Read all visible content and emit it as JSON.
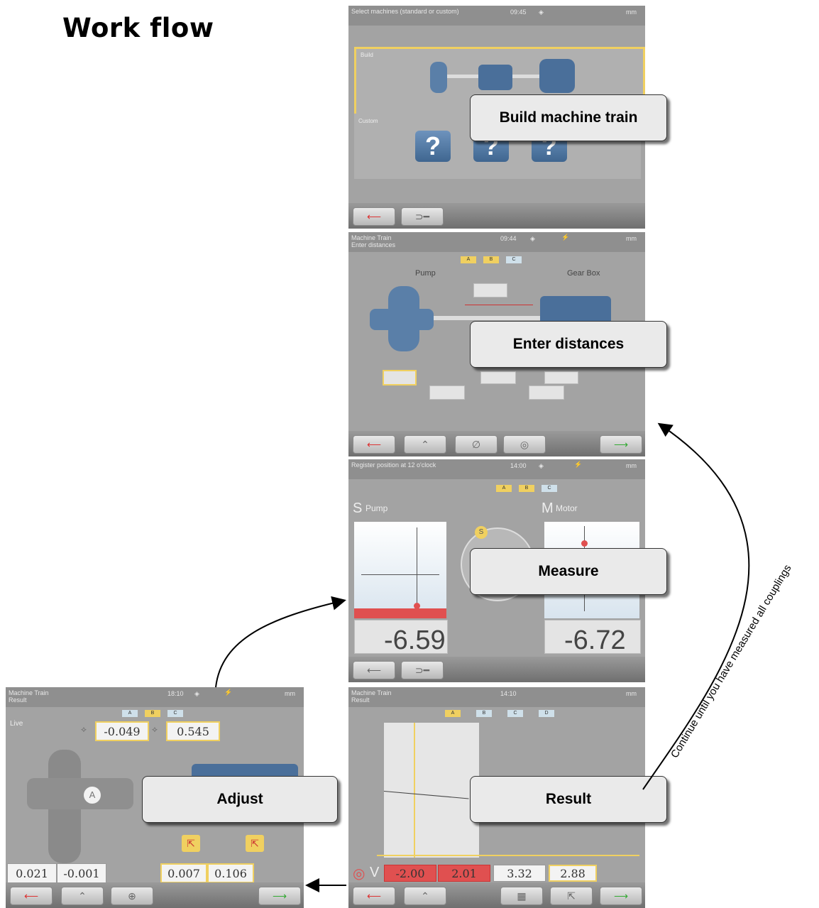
{
  "title": "Work flow",
  "screens": {
    "build": {
      "header": "Select machines (standard or custom)",
      "clock": "09:45",
      "unit": "mm",
      "recent_label": "Build",
      "custom_label": "Custom",
      "callout": "Build machine train"
    },
    "distances": {
      "header_line1": "Machine Train",
      "header_line2": "Enter distances",
      "clock": "09:44",
      "unit": "mm",
      "tags": [
        "A",
        "B",
        "C"
      ],
      "left_machine": "Pump",
      "right_machine": "Gear Box",
      "callout": "Enter distances"
    },
    "measure": {
      "header": "Register position at 12 o'clock",
      "clock": "14:00",
      "unit": "mm",
      "tags": [
        "A",
        "B",
        "C"
      ],
      "left_letter": "S",
      "left_machine": "Pump",
      "right_letter": "M",
      "right_machine": "Motor",
      "left_value": "-6.59",
      "right_value": "-6.72",
      "callout": "Measure"
    },
    "adjust": {
      "header_line1": "Machine Train",
      "header_line2": "Result",
      "clock": "18:10",
      "unit": "mm",
      "tags": [
        "A",
        "B",
        "C"
      ],
      "live_label": "Live",
      "top_value_1": "-0.049",
      "top_value_2": "0.545",
      "bottom_values": [
        "0.021",
        "-0.001",
        "0.007",
        "0.106"
      ],
      "coupling_letter": "A",
      "callout": "Adjust"
    },
    "result": {
      "header_line1": "Machine Train",
      "header_line2": "Result",
      "clock": "14:10",
      "unit": "mm",
      "tags": [
        "A",
        "B",
        "C",
        "D"
      ],
      "axis_letter": "V",
      "values": [
        "-2.00",
        "2.01",
        "3.32",
        "2.88"
      ],
      "callout": "Result"
    }
  },
  "loop_label": "Continue until you have measured all couplings",
  "colors": {
    "screen_bg": "#a3a3a3",
    "machine_blue": "#4a6f9a",
    "highlight_yellow": "#f0d060",
    "alert_red": "#e05050"
  }
}
